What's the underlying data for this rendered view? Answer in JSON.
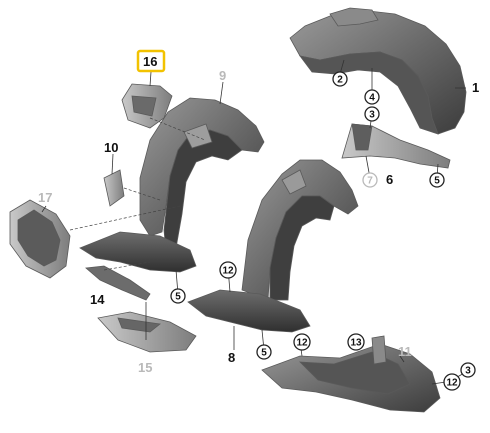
{
  "callouts": {
    "p1": "1",
    "p2": "2",
    "p3a": "3",
    "p3b": "3",
    "p4": "4",
    "p5a": "5",
    "p5b": "5",
    "p5c": "5",
    "p6": "6",
    "p7": "7",
    "p8": "8",
    "p9": "9",
    "p10": "10",
    "p11": "11",
    "p12a": "12",
    "p12b": "12",
    "p12c": "12",
    "p13": "13",
    "p14": "14",
    "p15": "15",
    "p16": "16",
    "p17": "17"
  },
  "colors": {
    "part_fill_dark": "#4a4a4a",
    "part_fill_mid": "#7b7b7b",
    "part_fill_light": "#a9a9a9",
    "highlight_box": "#f2c200",
    "grey_label": "#b9b9b9"
  }
}
